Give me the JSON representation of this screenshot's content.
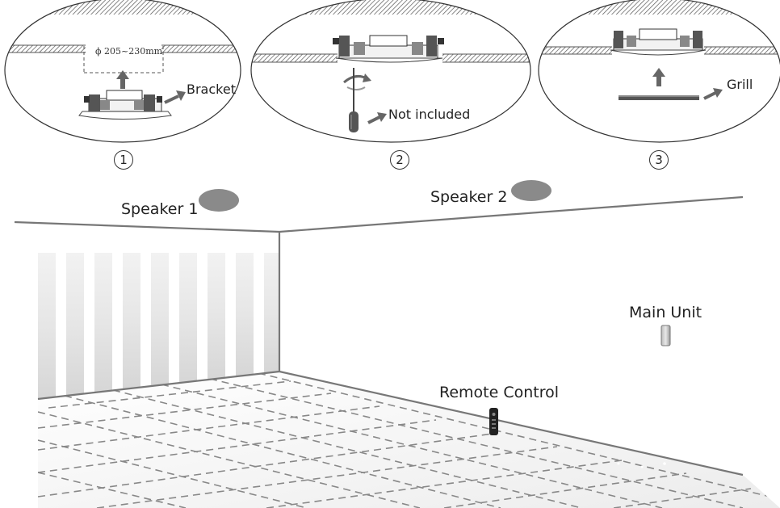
{
  "steps": [
    {
      "number": "1",
      "diameter_label": "ϕ 205~230mm",
      "part_label": "Bracket"
    },
    {
      "number": "2",
      "part_label": "Not included"
    },
    {
      "number": "3",
      "part_label": "Grill"
    }
  ],
  "room": {
    "speaker1_label": "Speaker 1",
    "speaker2_label": "Speaker 2",
    "main_unit_label": "Main Unit",
    "remote_label": "Remote Control"
  },
  "colors": {
    "line": "#777777",
    "hatch": "#555555",
    "speaker": "#8a8a8a",
    "arrow": "#666666",
    "tile_dash": "#888888"
  }
}
